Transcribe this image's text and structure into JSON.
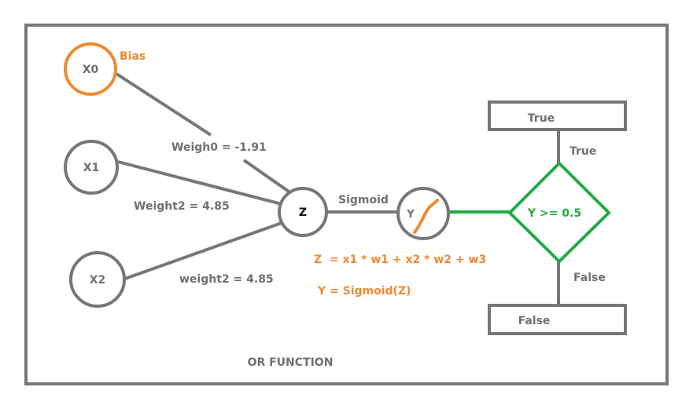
{
  "diagram": {
    "caption": "OR FUNCTION",
    "nodes": {
      "x0": "X0",
      "x1": "X1",
      "x2": "X2",
      "z": "Z",
      "y": "Y"
    },
    "bias_label": "Bias",
    "edges": {
      "weight0": "Weigh0 = -1.91",
      "weight1": "Weight2 = 4.85",
      "weight2": "weight2 = 4.85",
      "activation": "Sigmoid"
    },
    "formulas": {
      "z": "Z  = x1 * w1 + x2 * w2 + w3",
      "y": "Y = Sigmoid(Z)"
    },
    "decision": {
      "condition": "Y >= 0.5",
      "true_branch": "True",
      "false_branch": "False",
      "true_box": "True",
      "false_box": "False"
    },
    "colors": {
      "gray": "#777777",
      "orange": "#f08a30",
      "green": "#22aa44",
      "text_gray": "#707070"
    }
  }
}
